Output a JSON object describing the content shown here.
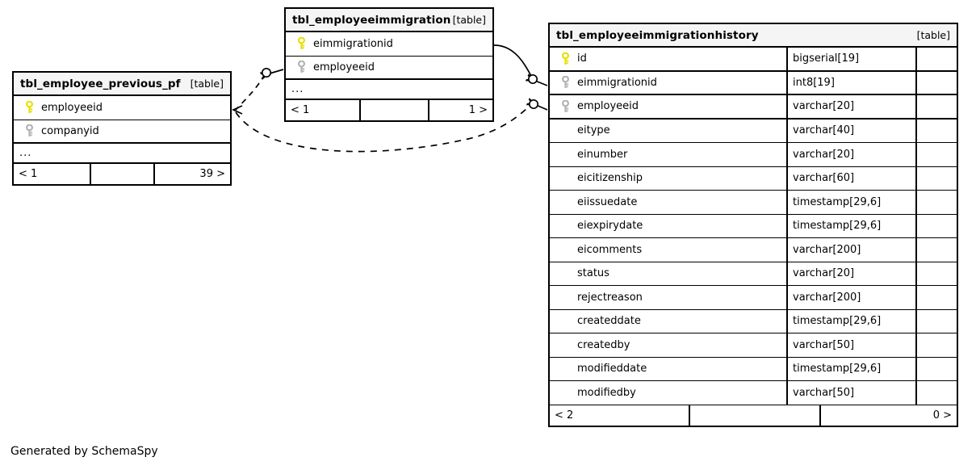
{
  "diagram": {
    "kind": "entity-relationship-diagram",
    "caption": "Generated by SchemaSpy",
    "table_tag": "[table]",
    "ellipsis": "...",
    "key_icons": {
      "primary": "primary-key-icon",
      "foreign": "foreign-key-icon"
    },
    "colors": {
      "primary_key": "#e8e000",
      "foreign_key": "#b3b3b3",
      "header_bg": "#f5f5f5",
      "border": "#000000",
      "background": "#ffffff"
    }
  },
  "tables": [
    {
      "name": "tbl_employee_previous_pf",
      "tag": "[table]",
      "columns": [
        {
          "key": "primary",
          "name": "employeeid"
        },
        {
          "key": "foreign",
          "name": "companyid"
        }
      ],
      "has_ellipsis": true,
      "footer": {
        "left": "< 1",
        "middle": "",
        "right": "39 >"
      }
    },
    {
      "name": "tbl_employeeimmigration",
      "tag": "[table]",
      "columns": [
        {
          "key": "primary",
          "name": "eimmigrationid"
        },
        {
          "key": "foreign",
          "name": "employeeid"
        }
      ],
      "has_ellipsis": true,
      "footer": {
        "left": "< 1",
        "middle": "",
        "right": "1 >"
      }
    },
    {
      "name": "tbl_employeeimmigrationhistory",
      "tag": "[table]",
      "columns": [
        {
          "key": "primary",
          "name": "id",
          "type": "bigserial[19]"
        },
        {
          "key": "foreign",
          "name": "eimmigrationid",
          "type": "int8[19]"
        },
        {
          "key": "foreign",
          "name": "employeeid",
          "type": "varchar[20]"
        },
        {
          "key": "none",
          "name": "eitype",
          "type": "varchar[40]"
        },
        {
          "key": "none",
          "name": "einumber",
          "type": "varchar[20]"
        },
        {
          "key": "none",
          "name": "eicitizenship",
          "type": "varchar[60]"
        },
        {
          "key": "none",
          "name": "eiissuedate",
          "type": "timestamp[29,6]"
        },
        {
          "key": "none",
          "name": "eiexpirydate",
          "type": "timestamp[29,6]"
        },
        {
          "key": "none",
          "name": "eicomments",
          "type": "varchar[200]"
        },
        {
          "key": "none",
          "name": "status",
          "type": "varchar[20]"
        },
        {
          "key": "none",
          "name": "rejectreason",
          "type": "varchar[200]"
        },
        {
          "key": "none",
          "name": "createddate",
          "type": "timestamp[29,6]"
        },
        {
          "key": "none",
          "name": "createdby",
          "type": "varchar[50]"
        },
        {
          "key": "none",
          "name": "modifieddate",
          "type": "timestamp[29,6]"
        },
        {
          "key": "none",
          "name": "modifiedby",
          "type": "varchar[50]"
        }
      ],
      "has_ellipsis": false,
      "footer": {
        "left": "< 2",
        "middle": "",
        "right": "0 >"
      }
    }
  ],
  "relationships": [
    {
      "id": "rel-imm-to-prev",
      "style": "dashed",
      "from_table": "tbl_employeeimmigration",
      "from_column": "employeeid",
      "to_table": "tbl_employee_previous_pf",
      "to_column": "employeeid",
      "from_marker": "zero-or-many-crowsfoot",
      "to_marker": "crowsfoot"
    },
    {
      "id": "rel-imm-to-hist",
      "style": "solid",
      "from_table": "tbl_employeeimmigration",
      "from_column": "eimmigrationid",
      "to_table": "tbl_employeeimmigrationhistory",
      "to_column": "eimmigrationid",
      "from_marker": "line",
      "to_marker": "zero-or-many-crowsfoot"
    },
    {
      "id": "rel-prev-to-hist",
      "style": "dashed",
      "from_table": "tbl_employee_previous_pf",
      "from_column": "employeeid",
      "to_table": "tbl_employeeimmigrationhistory",
      "to_column": "employeeid",
      "from_marker": "crowsfoot",
      "to_marker": "zero-or-many-crowsfoot"
    }
  ]
}
